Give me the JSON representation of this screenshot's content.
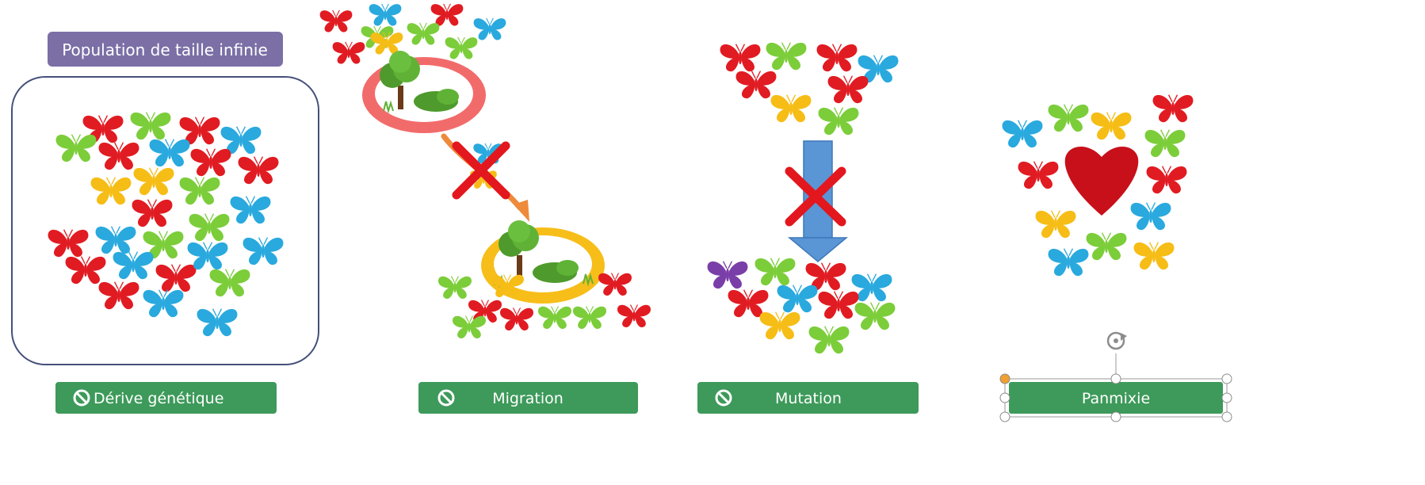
{
  "title_badge": {
    "text": "Population de taille infinie",
    "color": "#7b6fa6"
  },
  "labels": {
    "derive": "Dérive génétique",
    "migration": "Migration",
    "mutation": "Mutation",
    "panmixie": "Panmixie"
  },
  "icons": {
    "prohibited": "prohibited-icon",
    "cross": "red-x-icon",
    "heart": "heart-icon",
    "rotate": "rotate-handle-icon",
    "butterfly": "butterfly-icon",
    "tree": "tree-icon",
    "bush": "bush-icon"
  },
  "colors": {
    "label_bg": "#3d9a5a",
    "red": "#e11b22",
    "green": "#7ccd3a",
    "blue": "#29a9de",
    "yellow": "#f6bd16",
    "purple": "#7a3ea8",
    "cross": "#e3171e",
    "arrow_blue": "#5a95d6",
    "arrow_orange": "#ee8a3a",
    "habitat_red": "#f26b6b",
    "habitat_yellow": "#f7be1a",
    "heart": "#c8101a",
    "frame": "#44507a"
  }
}
